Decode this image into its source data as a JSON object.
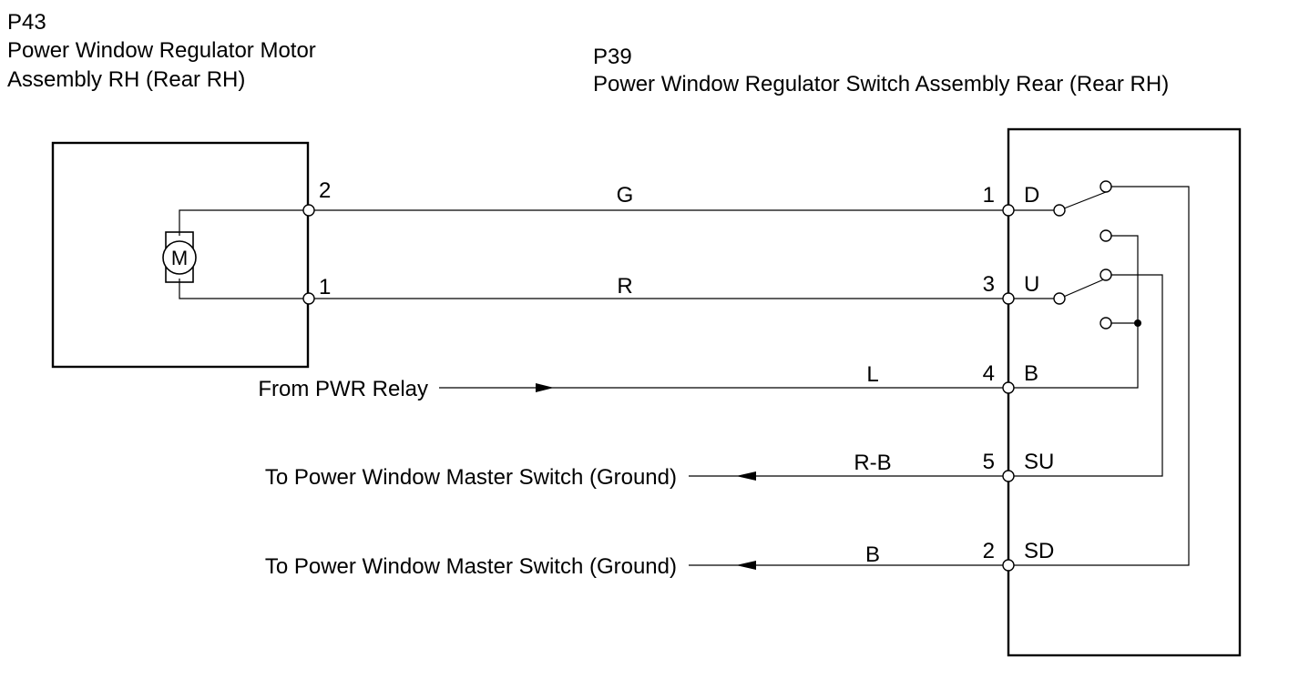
{
  "components": {
    "motor": {
      "code": "P43",
      "name_line1": "Power Window Regulator Motor",
      "name_line2": "Assembly RH (Rear RH)",
      "symbol": "M",
      "pins": [
        "2",
        "1"
      ]
    },
    "switch": {
      "code": "P39",
      "name": "Power Window Regulator Switch Assembly Rear (Rear RH)",
      "pins": [
        "1",
        "3",
        "4",
        "5",
        "2"
      ],
      "terminals": [
        "D",
        "U",
        "B",
        "SU",
        "SD"
      ]
    }
  },
  "wires": [
    {
      "color_code": "G"
    },
    {
      "color_code": "R"
    },
    {
      "color_code": "L",
      "label": "From PWR Relay"
    },
    {
      "color_code": "R-B",
      "label": "To Power Window Master Switch (Ground)"
    },
    {
      "color_code": "B",
      "label": "To Power Window Master Switch (Ground)"
    }
  ]
}
